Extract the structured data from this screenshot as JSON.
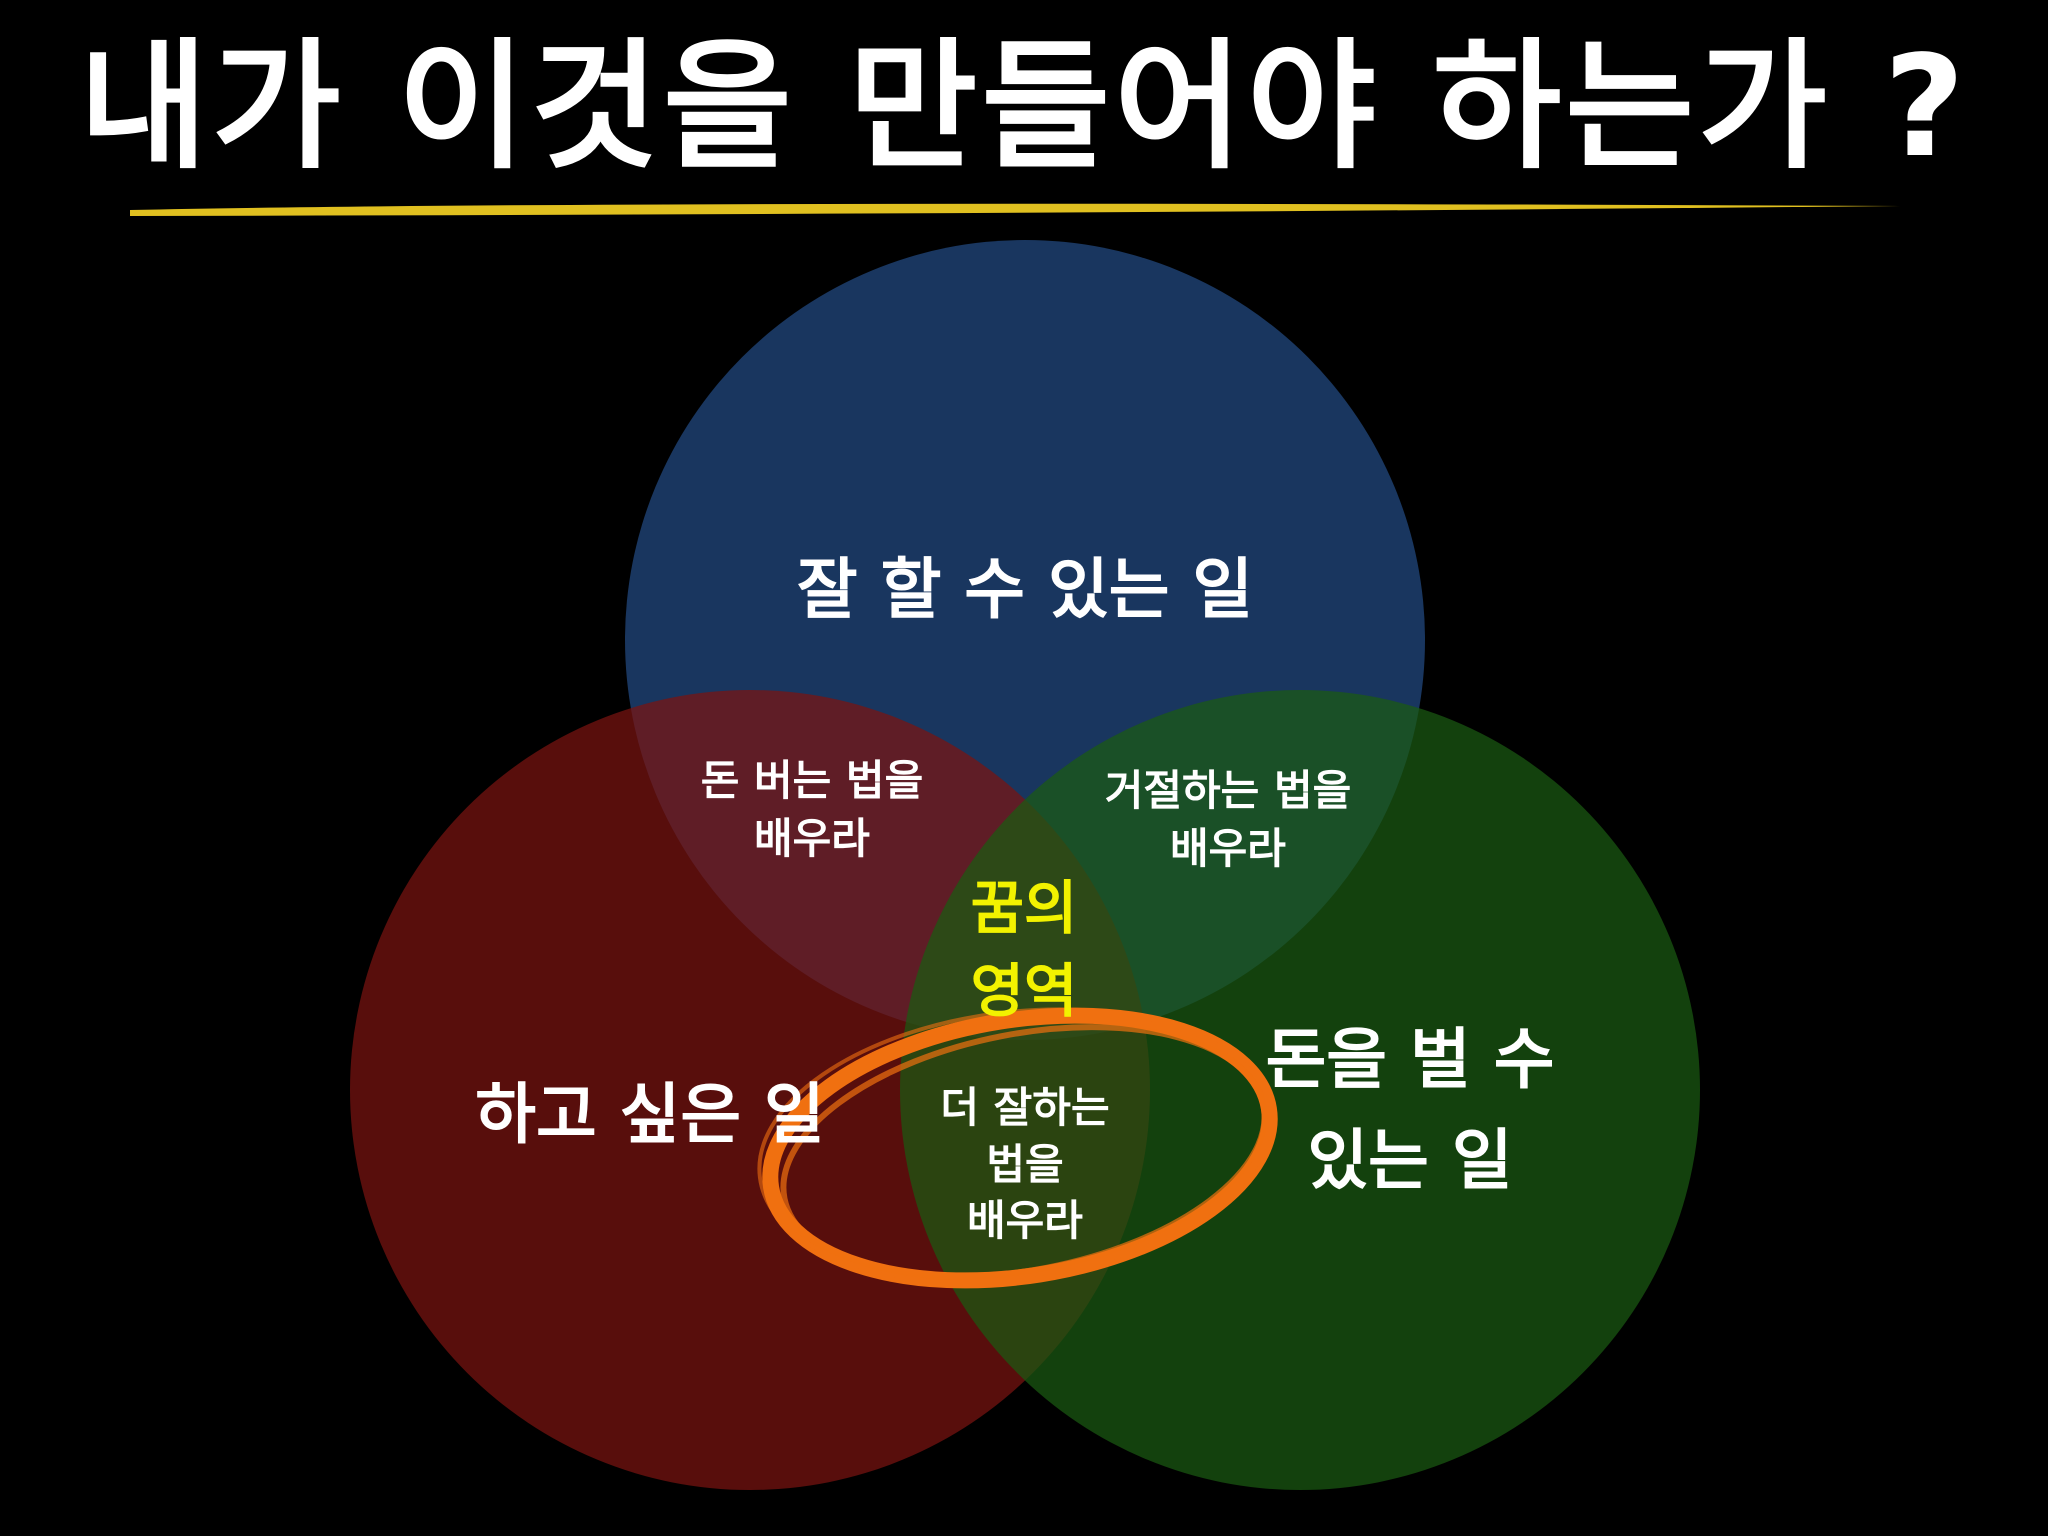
{
  "title": "내가 이것을 만들어야 하는가 ?",
  "colors": {
    "background": "#000000",
    "underline": "#e0c020",
    "circle_top": "#1d4070",
    "circle_left": "#7a1410",
    "circle_right": "#1a5a12",
    "dream_text": "#f2f200",
    "highlight_ring": "#f07010"
  },
  "diagram": {
    "circles": {
      "top": {
        "label": "잘 할 수 있는 일"
      },
      "left": {
        "label": "하고 싶은 일"
      },
      "right": {
        "label_line1": "돈을 벌 수",
        "label_line2": "있는 일"
      }
    },
    "overlaps": {
      "top_left": {
        "line1": "돈 버는 법을",
        "line2": "배우라"
      },
      "top_right": {
        "line1": "거절하는 법을",
        "line2": "배우라"
      },
      "left_right": {
        "line1": "더 잘하는",
        "line2": "법을",
        "line3": "배우라"
      },
      "center": {
        "line1": "꿈의",
        "line2": "영역"
      }
    },
    "highlight": "left_right"
  }
}
